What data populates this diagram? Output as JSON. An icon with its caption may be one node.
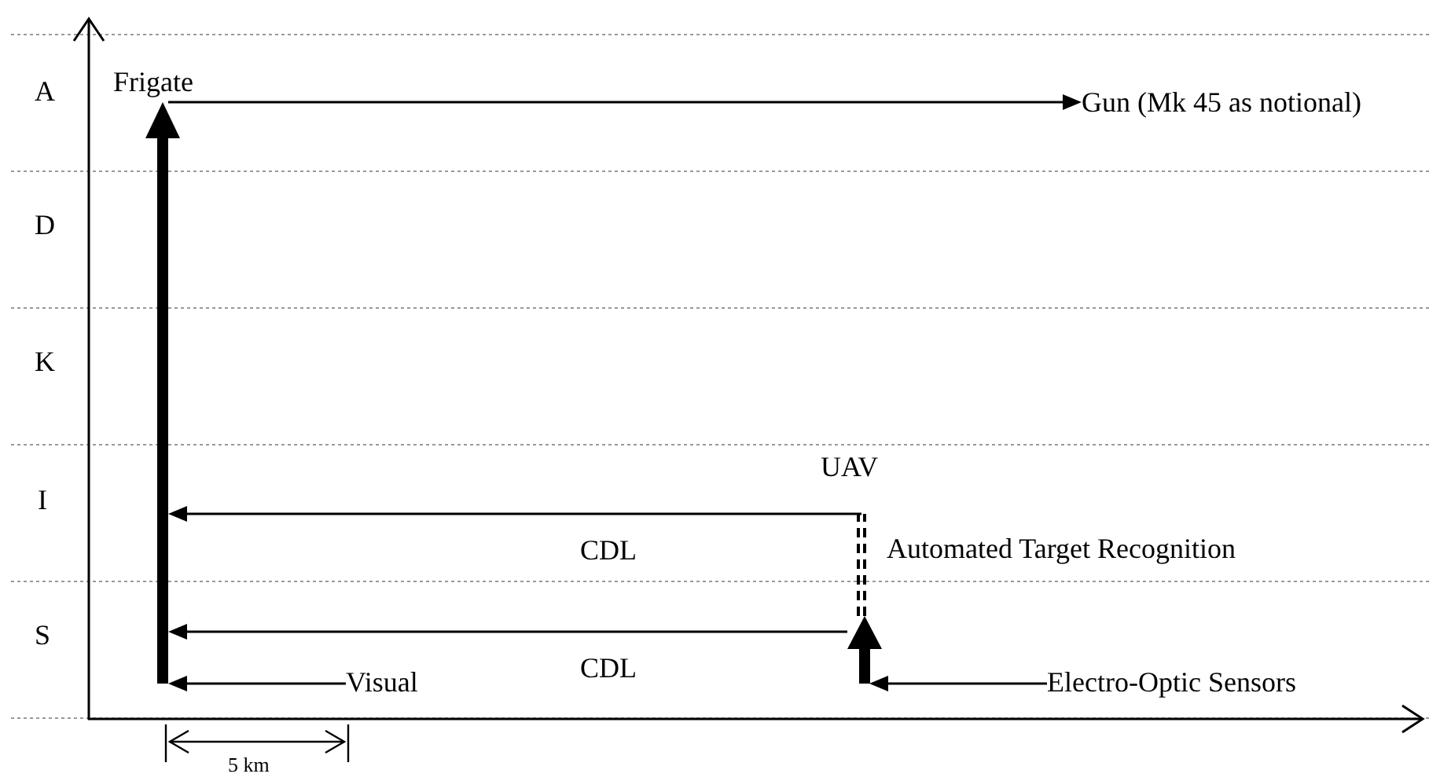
{
  "diagram": {
    "nodes": [
      {
        "text": [
          "Frigate"
        ]
      },
      {
        "text": [],
        "shape": "bar"
      },
      {
        "text": [
          "Gun (Mk 45 as notional)"
        ]
      },
      {
        "text": [
          "UAV"
        ]
      },
      {
        "text": [],
        "shape": "bar"
      },
      {
        "text": [
          "Electro-Optic Sensors"
        ]
      },
      {
        "text": [
          "Visual"
        ]
      }
    ],
    "edges": [
      {
        "from": 1,
        "to": 0,
        "arrow": "to",
        "style": "thick"
      },
      {
        "from": 0,
        "to": 2,
        "arrow": "to"
      },
      {
        "from": 3,
        "to": 1,
        "arrow": "to",
        "label": "CDL"
      },
      {
        "from": 4,
        "to": 1,
        "arrow": "to",
        "label": "CDL"
      },
      {
        "from": 4,
        "to": 3,
        "arrow": "none",
        "style": "dashed",
        "label": "Automated Target Recognition"
      },
      {
        "from": 5,
        "to": 4,
        "arrow": "to"
      },
      {
        "from": 6,
        "to": 1,
        "arrow": "to"
      }
    ],
    "labels": [
      "A",
      "D",
      "K",
      "I",
      "S",
      "5 km"
    ]
  }
}
